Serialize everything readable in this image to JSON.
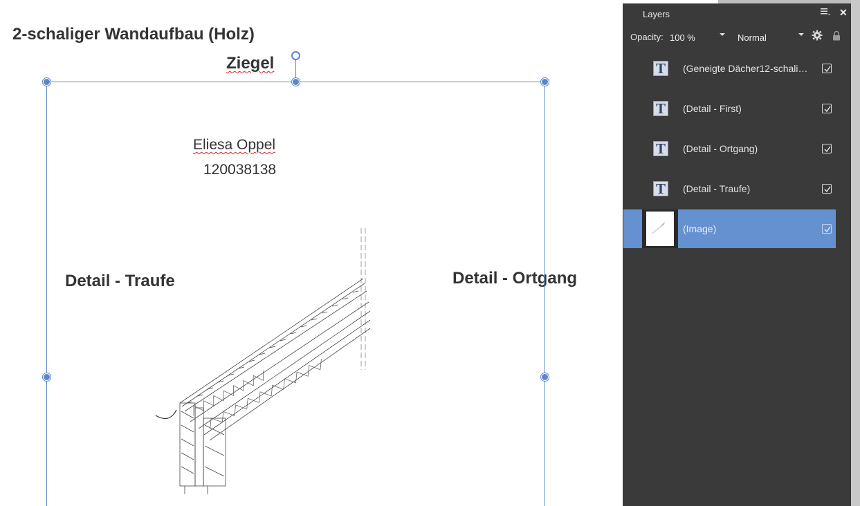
{
  "canvas": {
    "title": "2-schaliger Wandaufbau (Holz)",
    "subtitle": "Ziegel",
    "author_name": "Eliesa Oppel",
    "author_id": "120038138",
    "label_traufe": "Detail - Traufe",
    "label_ortgang": "Detail - Ortgang"
  },
  "layers_panel": {
    "title": "Layers",
    "opacity_label": "Opacity:",
    "opacity_value": "100 %",
    "blend_mode": "Normal",
    "items": [
      {
        "name": "(Geneigte Dächer12-schali…",
        "type": "text",
        "visible": true,
        "selected": false
      },
      {
        "name": "(Detail - First)",
        "type": "text",
        "visible": true,
        "selected": false
      },
      {
        "name": "(Detail - Ortgang)",
        "type": "text",
        "visible": true,
        "selected": false
      },
      {
        "name": "(Detail - Traufe)",
        "type": "text",
        "visible": true,
        "selected": false
      },
      {
        "name": "(Image)",
        "type": "image",
        "visible": true,
        "selected": true
      }
    ]
  },
  "colors": {
    "selection": "#5b87c7",
    "panel_bg": "#3a3a3a",
    "selected_row": "#6591d0",
    "spellcheck": "#e02020"
  },
  "icons": {
    "panel_menu": "hamburger-menu-icon",
    "panel_close": "close-icon",
    "settings": "gear-icon",
    "lock": "lock-icon",
    "text_layer": "text-layer-icon",
    "checkbox": "checkbox-checked-icon"
  }
}
